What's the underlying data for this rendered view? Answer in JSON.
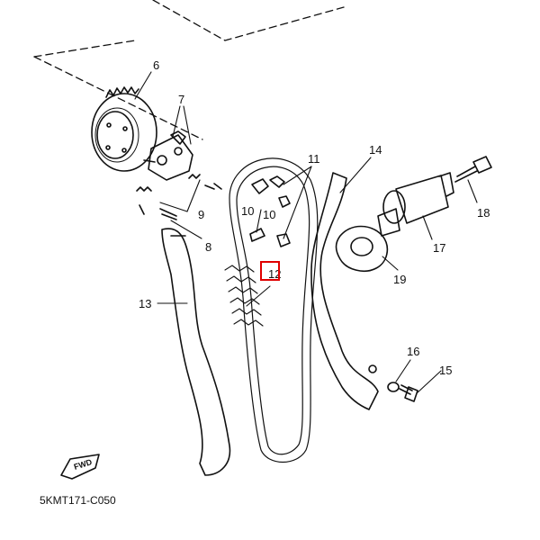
{
  "diagram": {
    "part_code": "5KMT171-C050",
    "fwd_label": "FWD",
    "highlight_color": "#e00000",
    "callouts": {
      "n6": "6",
      "n7": "7",
      "n8": "8",
      "n9": "9",
      "n10a": "10",
      "n10b": "10",
      "n11": "11",
      "n12": "12",
      "n13": "13",
      "n14": "14",
      "n15": "15",
      "n16": "16",
      "n17": "17",
      "n18": "18",
      "n19": "19"
    },
    "highlighted_part": "12"
  }
}
